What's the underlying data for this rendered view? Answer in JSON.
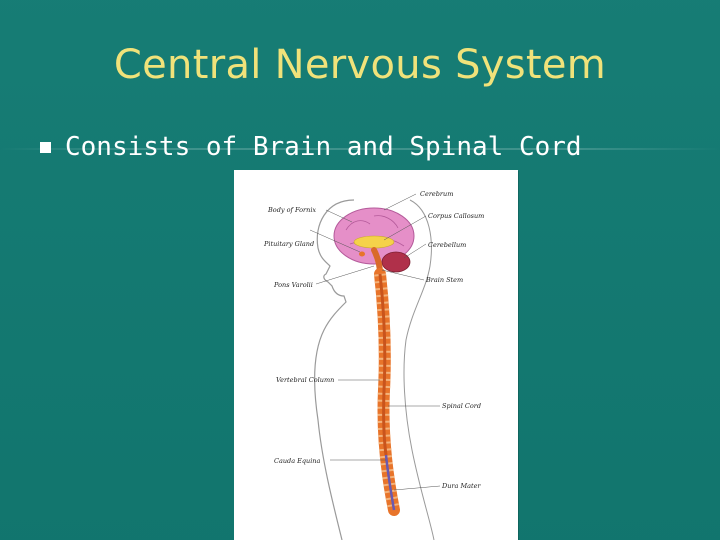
{
  "slide": {
    "title": "Central Nervous System",
    "bullets": [
      {
        "text": "Consists of Brain and Spinal Cord"
      }
    ]
  },
  "figure": {
    "labels": {
      "cerebrum": "Cerebrum",
      "corpus_callosum": "Corpus Callosum",
      "cerebellum": "Cerebellum",
      "brain_stem": "Brain Stem",
      "spinal_cord": "Spinal Cord",
      "dura_mater": "Dura Mater",
      "body_of_fornix": "Body of Fornix",
      "pituitary_gland": "Pituitary Gland",
      "pons_varolii": "Pons Varolii",
      "vertebral_column": "Vertebral Column",
      "cauda_equina": "Cauda Equina"
    }
  },
  "colors": {
    "background": "#127a72",
    "title": "#f0e27a",
    "text": "#ffffff",
    "brain": "#e58fc8",
    "cerebellum": "#b0304a",
    "spine": "#e8742a",
    "skin_outline": "#9a9a9a"
  }
}
